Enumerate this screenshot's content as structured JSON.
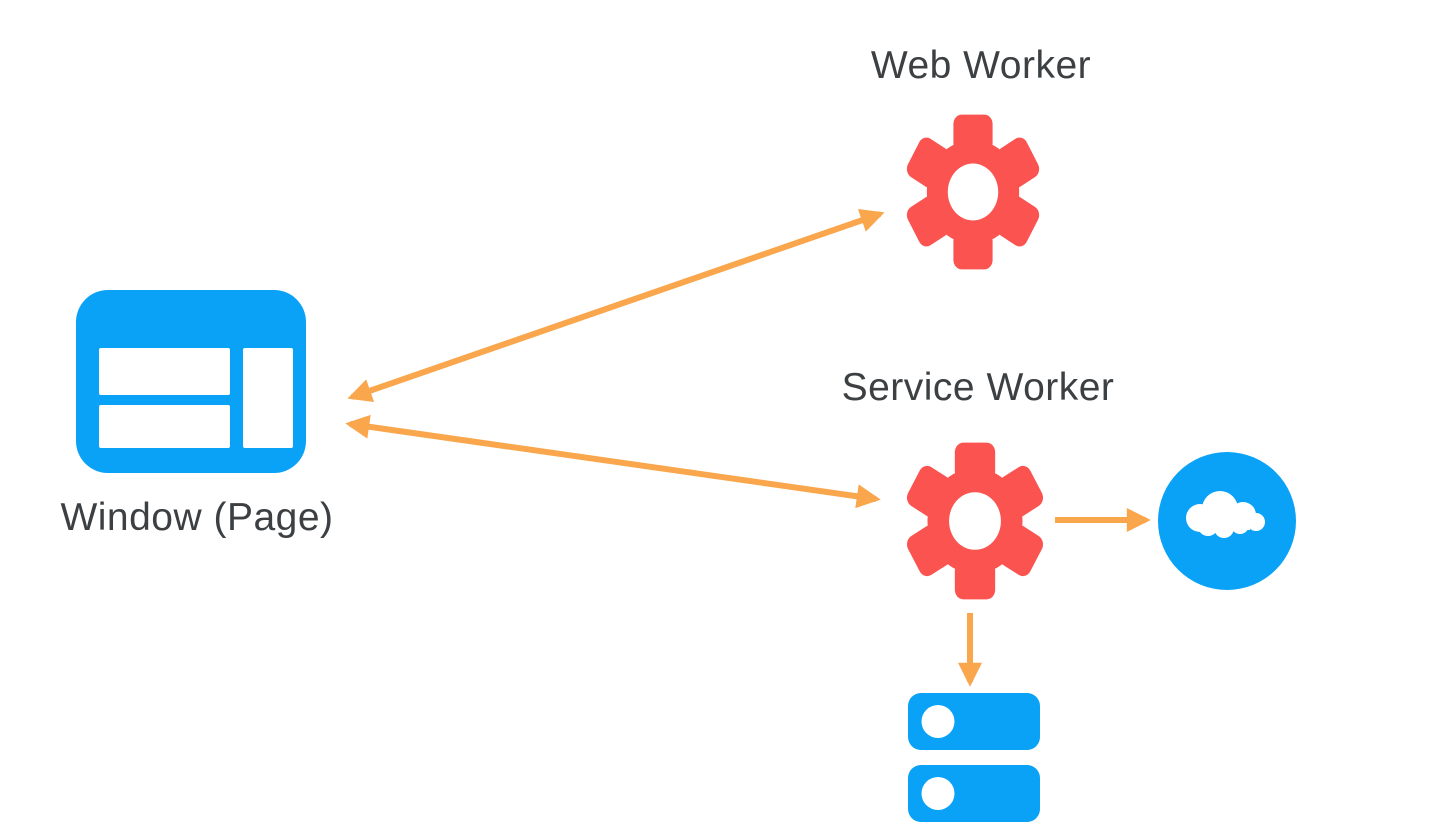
{
  "diagram": {
    "nodes": {
      "web_worker": {
        "label": "Web Worker",
        "icon": "gear-icon"
      },
      "service_worker": {
        "label": "Service Worker",
        "icon": "gear-icon"
      },
      "window_page": {
        "label": "Window (Page)",
        "icon": "browser-window-icon"
      },
      "network": {
        "icon": "cloud-icon"
      },
      "storage": {
        "icon": "database-icon"
      }
    },
    "edges": [
      {
        "from": "window_page",
        "to": "web_worker",
        "direction": "bidirectional"
      },
      {
        "from": "window_page",
        "to": "service_worker",
        "direction": "bidirectional"
      },
      {
        "from": "service_worker",
        "to": "network",
        "direction": "one-way"
      },
      {
        "from": "service_worker",
        "to": "storage",
        "direction": "one-way"
      }
    ],
    "colors": {
      "blue": "#0aa2f7",
      "red": "#fb534f",
      "orange": "#f9a64c",
      "label_text": "#3c4043",
      "background": "#ffffff"
    }
  }
}
